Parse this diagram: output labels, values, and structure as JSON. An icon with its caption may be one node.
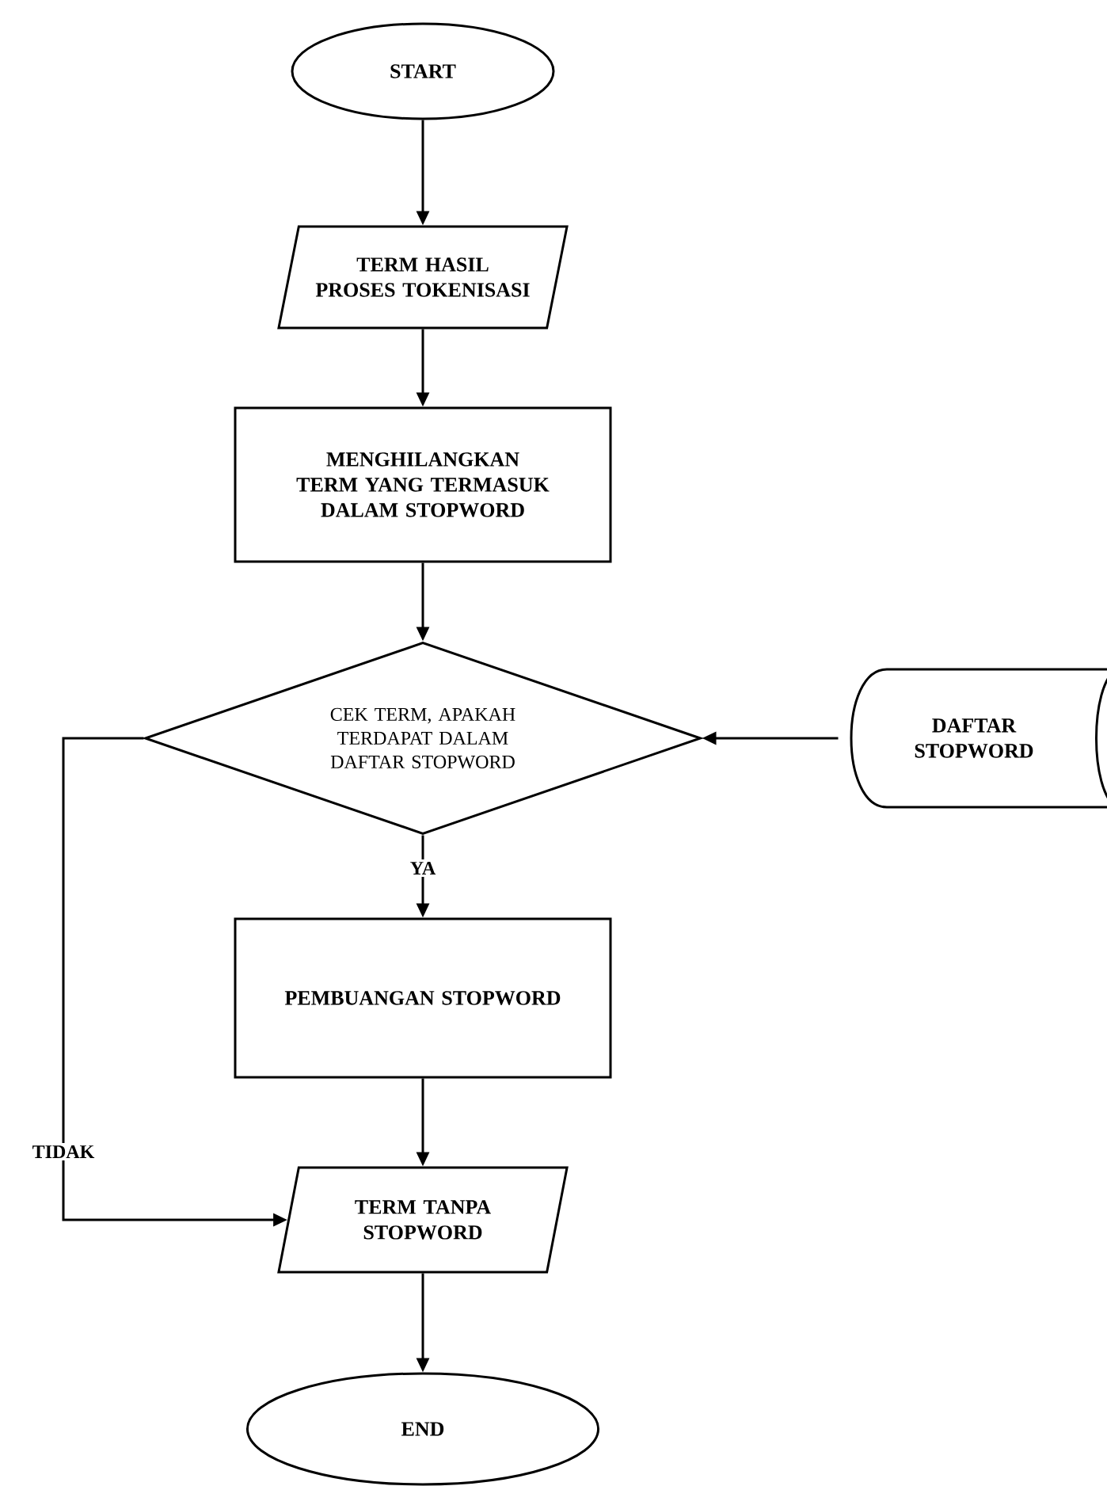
{
  "diagram": {
    "nodes": [
      {
        "text": [
          "START"
        ]
      },
      {
        "text": [
          "TERM HASIL PROSES TOKENISASI"
        ]
      },
      {
        "text": [
          "MENGHILANGKAN TERM YANG TERMASUK DALAM STOPWORD"
        ]
      },
      {
        "text": [
          "CEK TERM, APAKAH TERDAPAT DALAM DAFTAR STOPWORD"
        ]
      },
      {
        "text": [
          "DAFTAR STOPWORD"
        ]
      },
      {
        "text": [
          "PEMBUANGAN STOPWORD"
        ]
      },
      {
        "text": [
          "TERM TANPA STOPWORD"
        ]
      },
      {
        "text": [
          "END"
        ]
      }
    ],
    "edges": [
      {
        "from": 0,
        "to": 1,
        "arrow": "to"
      },
      {
        "from": 1,
        "to": 2,
        "arrow": "to"
      },
      {
        "from": 2,
        "to": 3,
        "arrow": "to"
      },
      {
        "from": 4,
        "to": 3,
        "arrow": "to"
      },
      {
        "from": 3,
        "to": 5,
        "arrow": "to",
        "label": "YA"
      },
      {
        "from": 3,
        "to": 6,
        "arrow": "to",
        "label": "TIDAK"
      },
      {
        "from": 5,
        "to": 6,
        "arrow": "to"
      },
      {
        "from": 6,
        "to": 7,
        "arrow": "to"
      }
    ]
  }
}
